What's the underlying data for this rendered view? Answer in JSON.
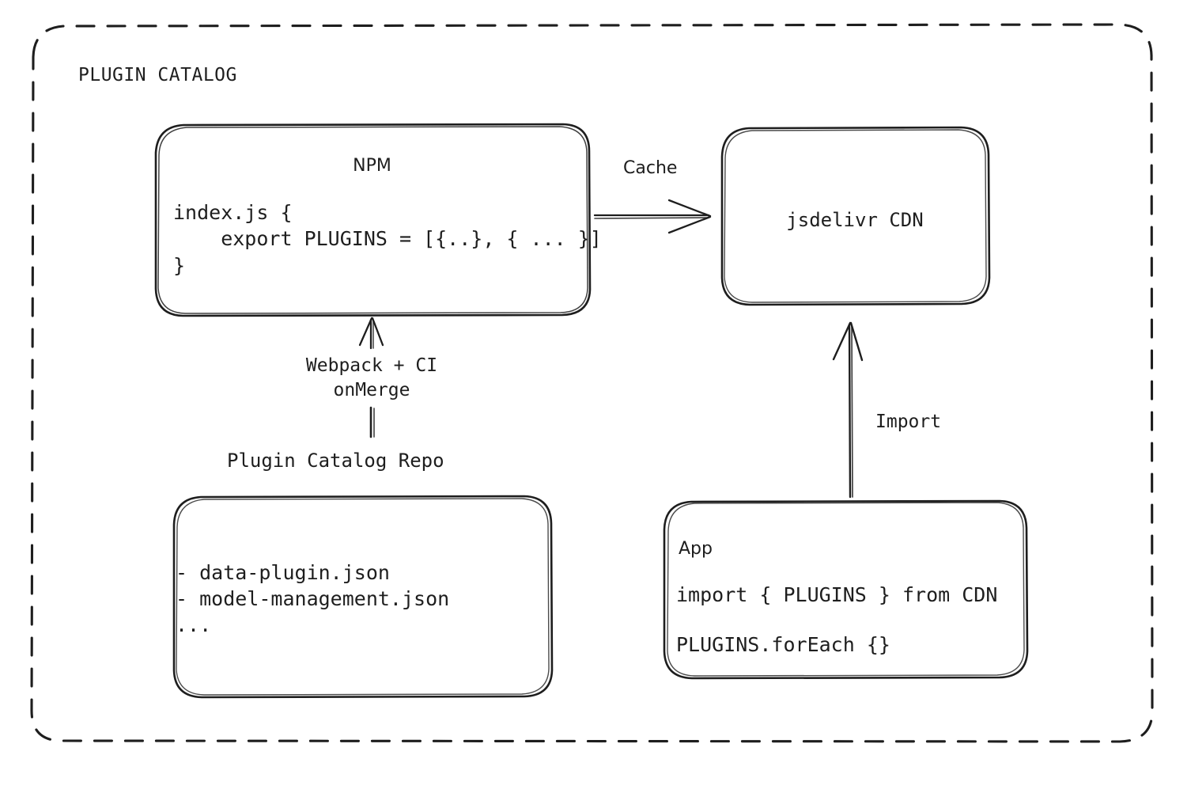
{
  "diagram": {
    "title": "PLUGIN CATALOG",
    "style": "hand-drawn-sketch",
    "stroke_color": "#1e1e1e",
    "background": "#ffffff"
  },
  "nodes": {
    "npm": {
      "title": "NPM",
      "code": "index.js {\n    export PLUGINS = [{..}, { ... }]\n}"
    },
    "cdn": {
      "title": "jsdelivr CDN"
    },
    "repo": {
      "caption": "Plugin Catalog Repo",
      "files": "- data-plugin.json\n- model-management.json\n..."
    },
    "app": {
      "title": "App",
      "line_1": "import { PLUGINS } from CDN",
      "line_2": "PLUGINS.forEach {}"
    }
  },
  "edges": {
    "cache": {
      "label": "Cache",
      "from": "npm",
      "to": "cdn"
    },
    "webpack": {
      "label": "Webpack + CI\nonMerge",
      "from": "repo",
      "to": "npm"
    },
    "import": {
      "label": "Import",
      "from": "app",
      "to": "cdn"
    }
  }
}
